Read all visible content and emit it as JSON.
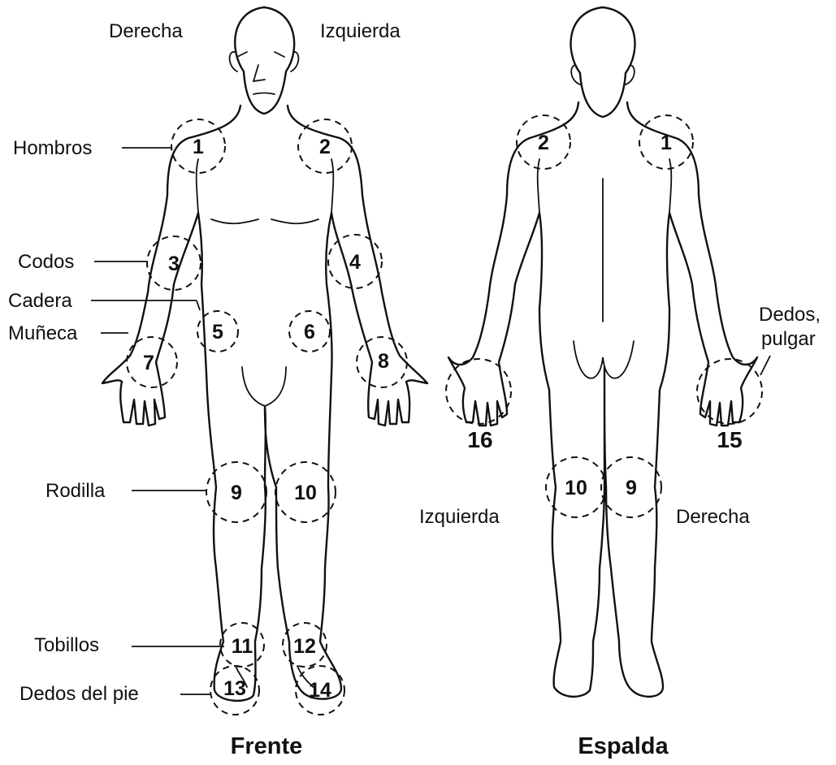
{
  "orientation": {
    "front_right": "Derecha",
    "front_left": "Izquierda",
    "back_left": "Izquierda",
    "back_right": "Derecha"
  },
  "labels": {
    "hombros": "Hombros",
    "codos": "Codos",
    "cadera": "Cadera",
    "muneca": "Muñeca",
    "rodilla": "Rodilla",
    "tobillos": "Tobillos",
    "dedos_pie": "Dedos del pie",
    "dedos_pulgar_1": "Dedos,",
    "dedos_pulgar_2": "pulgar"
  },
  "captions": {
    "front": "Frente",
    "back": "Espalda"
  },
  "front_markers": [
    "1",
    "2",
    "3",
    "4",
    "5",
    "6",
    "7",
    "8",
    "9",
    "10",
    "11",
    "12",
    "13",
    "14"
  ],
  "back_markers": [
    "2",
    "1",
    "16",
    "15",
    "10",
    "9"
  ]
}
